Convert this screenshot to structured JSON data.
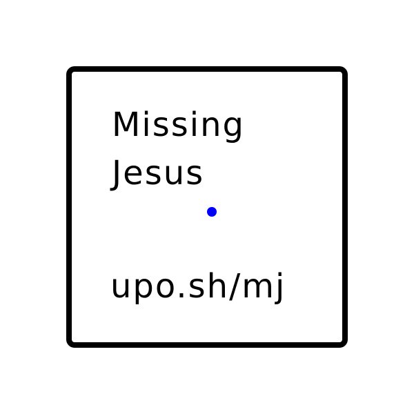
{
  "card": {
    "title_line_1": "Missing",
    "title_line_2": "Jesus",
    "link_text": "upo.sh/mj",
    "dot_color": "#0000ff",
    "border_color": "#000000"
  }
}
